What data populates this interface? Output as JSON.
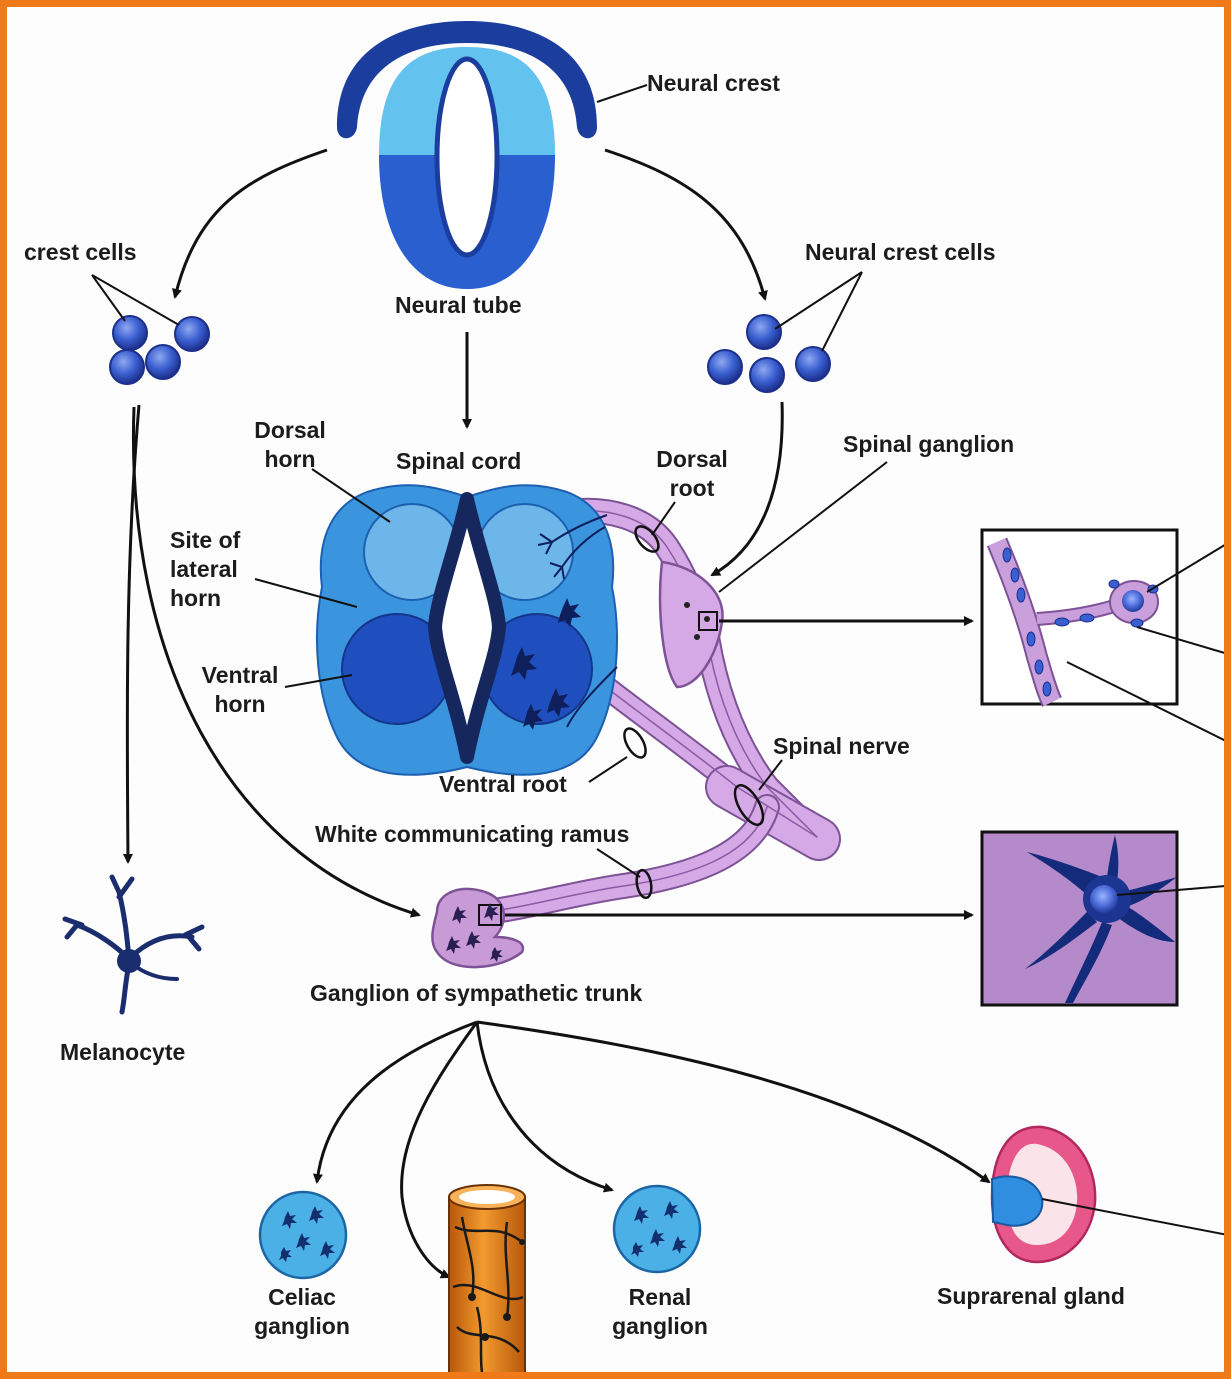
{
  "labels": {
    "neural_crest": "Neural crest",
    "crest_cells_left": "crest cells",
    "neural_tube": "Neural tube",
    "neural_crest_cells_right": "Neural crest cells",
    "dorsal_horn": [
      "Dorsal",
      "horn"
    ],
    "spinal_cord": "Spinal cord",
    "dorsal_root": [
      "Dorsal",
      "root"
    ],
    "spinal_ganglion": "Spinal ganglion",
    "site_of_lateral_horn": [
      "Site of",
      "lateral",
      "horn"
    ],
    "ventral_horn": [
      "Ventral",
      "horn"
    ],
    "spinal_nerve": "Spinal nerve",
    "ventral_root": "Ventral root",
    "white_communicating_ramus": "White communicating ramus",
    "ganglion_of_sympathetic_trunk": "Ganglion of sympathetic trunk",
    "melanocyte": "Melanocyte",
    "celiac_ganglion": [
      "Celiac",
      "ganglion"
    ],
    "renal_ganglion": [
      "Renal",
      "ganglion"
    ],
    "suprarenal_gland": "Suprarenal gland"
  },
  "colors": {
    "border": "#f07a1a",
    "light_blue": "#39a6e0",
    "mid_blue": "#2a73c8",
    "dark_blue": "#1b3d9e",
    "navy": "#0f2a78",
    "ganglion_purple": "#c89ad6",
    "inset_purple": "#b48acb",
    "nerve_purple": "#c9a0dc",
    "cylinder_orange": "#e27a14",
    "gland_pink": "#e8578a",
    "cell_blue": "#3a5fd0"
  }
}
